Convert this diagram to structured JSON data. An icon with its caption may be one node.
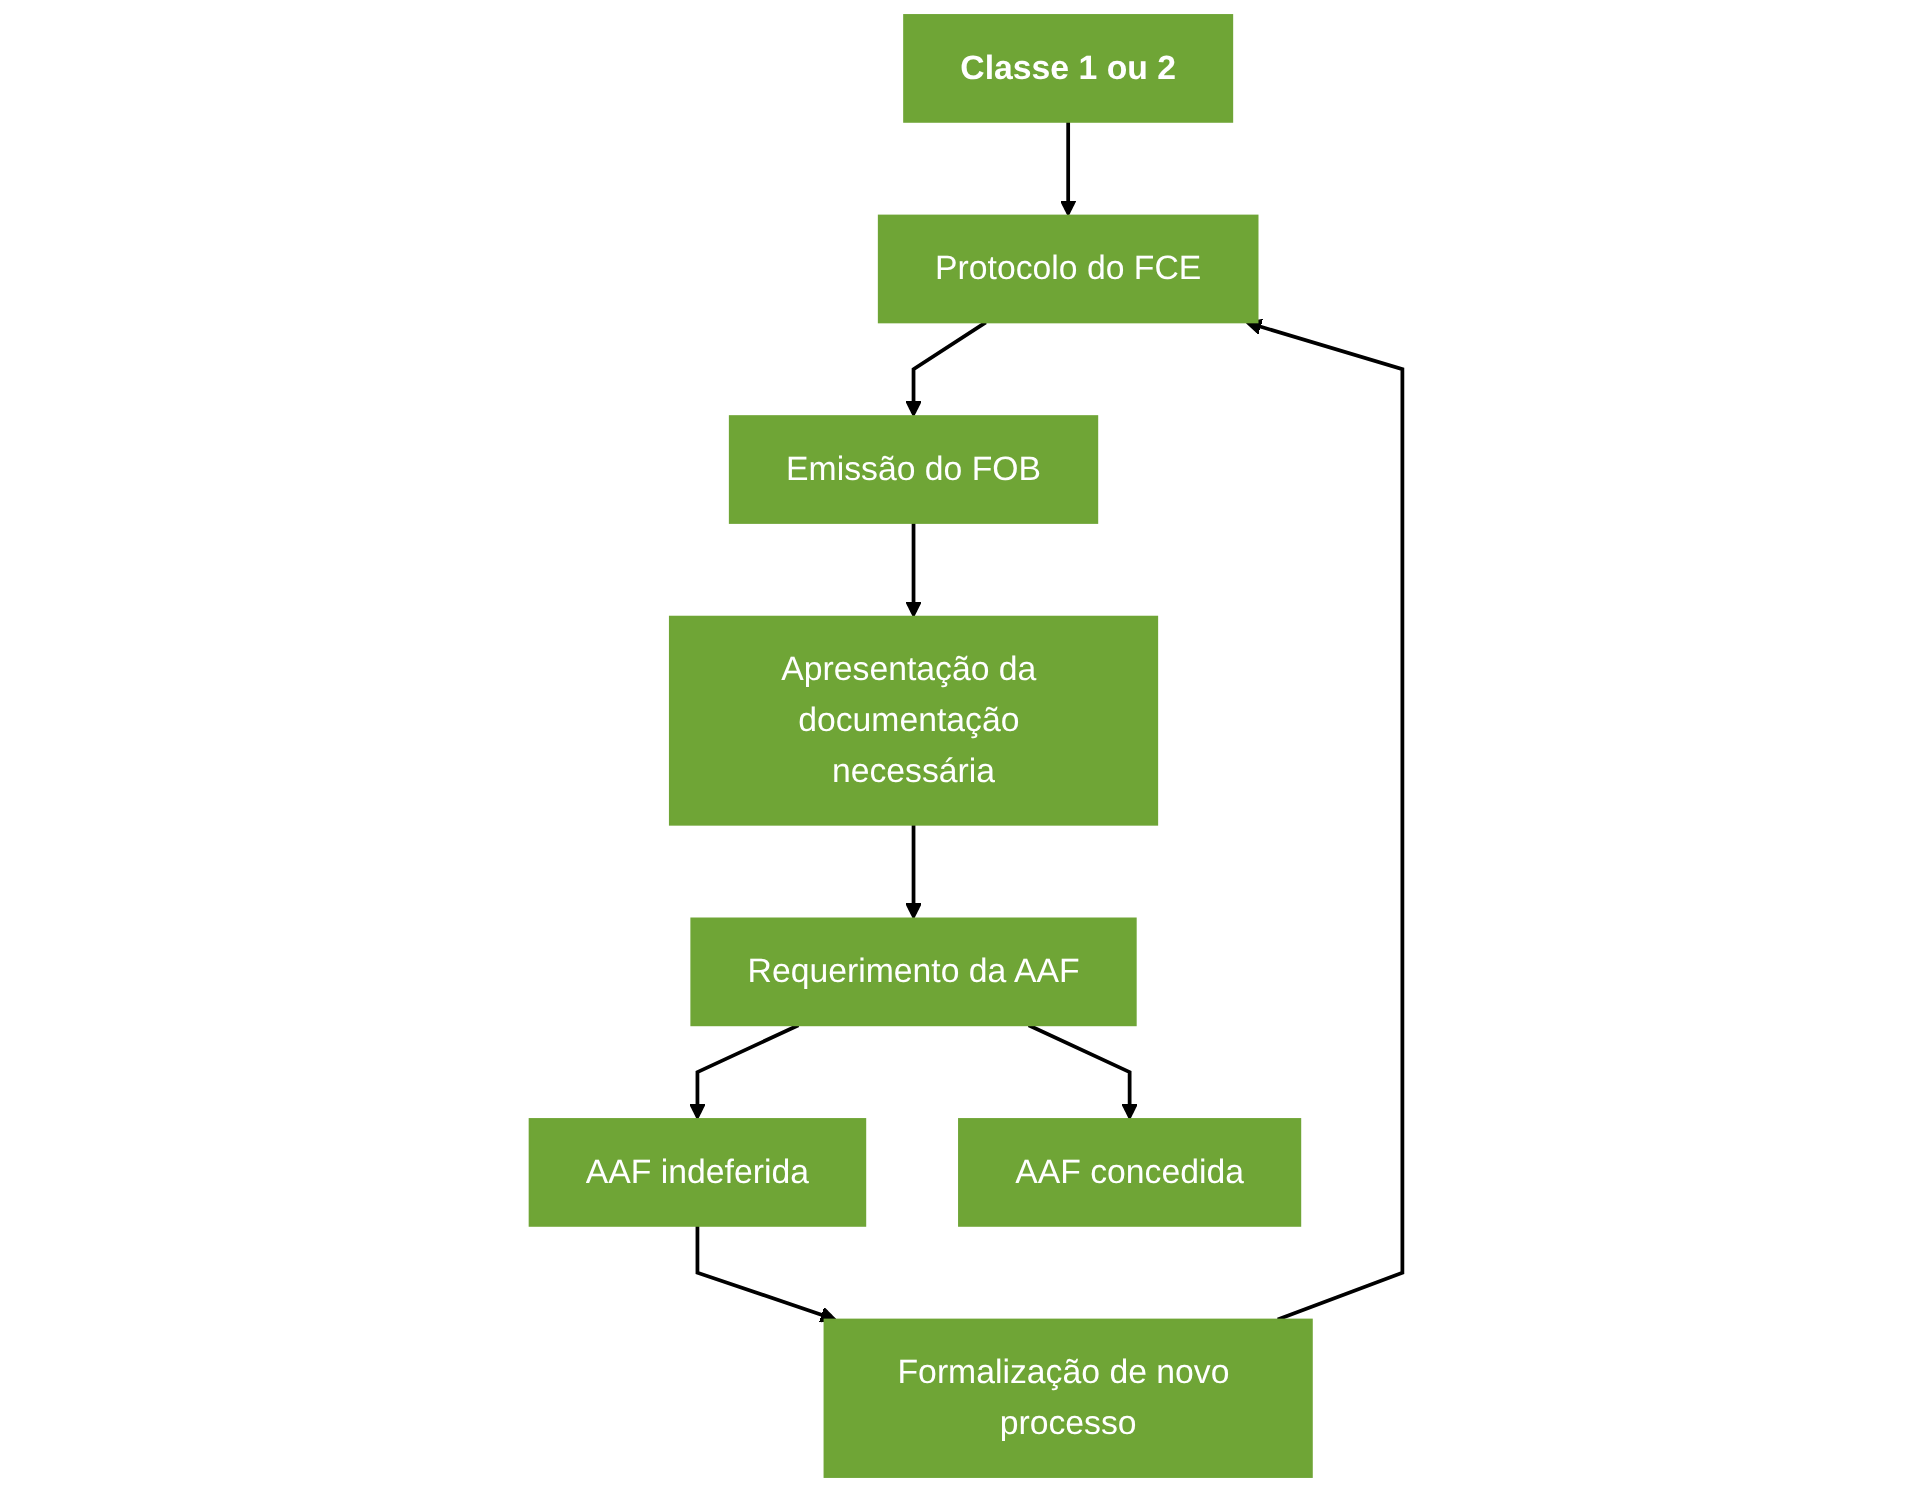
{
  "diagram": {
    "nodes": [
      {
        "text": [
          "Classe 1 ou 2"
        ]
      },
      {
        "text": [
          "Protocolo do FCE"
        ]
      },
      {
        "text": [
          "Emissão do FOB"
        ]
      },
      {
        "text": [
          "Apresentação da documentação necessária"
        ]
      },
      {
        "text": [
          "Requerimento da AAF"
        ]
      },
      {
        "text": [
          "AAF indeferida"
        ]
      },
      {
        "text": [
          "AAF concedida"
        ]
      },
      {
        "text": [
          "Formalização de novo processo"
        ]
      }
    ],
    "edges": [
      {
        "from": 0,
        "to": 1,
        "arrow": "to"
      },
      {
        "from": 1,
        "to": 2,
        "arrow": "to"
      },
      {
        "from": 2,
        "to": 3,
        "arrow": "to"
      },
      {
        "from": 3,
        "to": 4,
        "arrow": "to"
      },
      {
        "from": 4,
        "to": 5,
        "arrow": "to"
      },
      {
        "from": 4,
        "to": 6,
        "arrow": "to"
      },
      {
        "from": 5,
        "to": 7,
        "arrow": "to"
      },
      {
        "from": 7,
        "to": 1,
        "arrow": "to"
      }
    ]
  }
}
